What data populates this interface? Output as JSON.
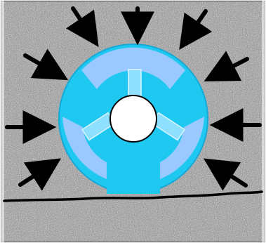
{
  "colors": {
    "background_light": "#c9c9c9",
    "background_dark": "#6d6d6d",
    "circle_fill": "#1ec8f0",
    "circle_stroke": "#17a9d6",
    "segment_fill": "#9fc9ff",
    "hub_fill": "#ffffff",
    "spoke_fill": "#8fe0ff",
    "spoke_stroke": "#d9f5ff",
    "arrow": "#000000",
    "ground_line": "#000000"
  },
  "diagram": {
    "arrow_count": 9,
    "segment_count": 3,
    "spoke_count": 3,
    "arrow_direction": "inward-pointing"
  }
}
